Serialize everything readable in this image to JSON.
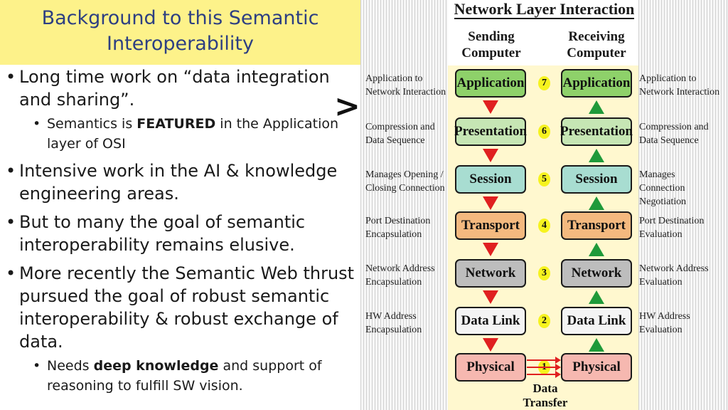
{
  "slide": {
    "title": "Background to this Semantic Interoperability",
    "bullets": [
      {
        "text": "Long time work on “data integration and sharing”."
      },
      {
        "sub": true,
        "prefix": "Semantics is ",
        "bold": "FEATURED",
        "suffix": " in the Application layer of OSI"
      },
      {
        "text": "Intensive work in the AI & knowledge engineering areas."
      },
      {
        "text": "But to many the goal of semantic interoperability remains elusive."
      },
      {
        "text": "More recently the Semantic Web thrust pursued the goal of robust semantic interoperability & robust exchange of data."
      },
      {
        "sub": true,
        "prefix": "Needs ",
        "bold": "deep knowledge",
        "suffix": " and support of reasoning to fulfill SW vision."
      }
    ],
    "pointer": ">"
  },
  "diagram": {
    "title": "Network Layer Interaction",
    "sending_heading": "Sending Computer",
    "receiving_heading": "Receiving Computer",
    "data_transfer_label": "Data Transfer",
    "layers": [
      {
        "number": "7",
        "name": "Application",
        "color": "#8ed16a",
        "left_desc": "Application to Network Interaction",
        "right_desc": "Application to Network Interaction"
      },
      {
        "number": "6",
        "name": "Presentation",
        "color": "#c6e6b4",
        "left_desc": "Compression and Data Sequence",
        "right_desc": "Compression and Data Sequence"
      },
      {
        "number": "5",
        "name": "Session",
        "color": "#a8ddd1",
        "left_desc": "Manages Opening / Closing Connection",
        "right_desc": "Manages Connection Negotiation"
      },
      {
        "number": "4",
        "name": "Transport",
        "color": "#f4b97f",
        "left_desc": "Port Destination Encapsulation",
        "right_desc": "Port Destination Evaluation"
      },
      {
        "number": "3",
        "name": "Network",
        "color": "#bdbdbd",
        "left_desc": "Network Address Encapsulation",
        "right_desc": "Network Address Evaluation"
      },
      {
        "number": "2",
        "name": "Data Link",
        "color": "#f4f4f4",
        "left_desc": "HW Address Encapsulation",
        "right_desc": "HW Address Evaluation"
      },
      {
        "number": "1",
        "name": "Physical",
        "color": "#f6b8b0",
        "left_desc": "",
        "right_desc": ""
      }
    ],
    "colors": {
      "down_arrow": "#e02020",
      "up_arrow": "#1f9a3a",
      "number_badge": "#f6f31f",
      "band": "#fff8cf"
    }
  }
}
